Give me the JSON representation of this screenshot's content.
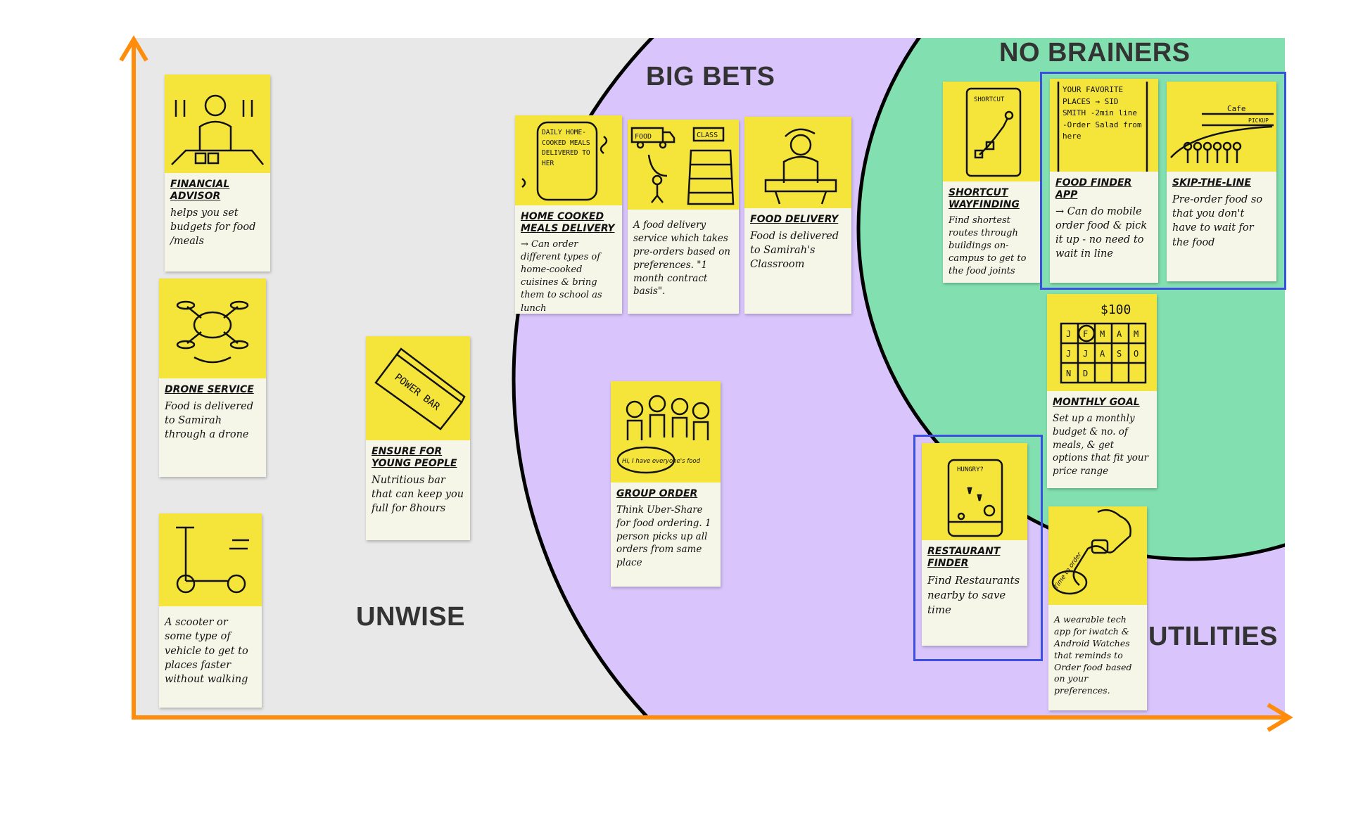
{
  "colors": {
    "unwise_bg": "#e8e8e8",
    "big_bets_bg": "#d9c5fb",
    "no_brainers_bg": "#82e0b0",
    "axis": "#ff8c0a",
    "sticky_yellow": "#f5e43a",
    "sticky_white": "#f6f6e8",
    "highlight": "#3b4fe0"
  },
  "quadrants": {
    "big_bets": "BIG BETS",
    "no_brainers": "NO BRAINERS",
    "unwise": "UNWISE",
    "utilities": "UTILITIES"
  },
  "notes": {
    "financial": {
      "title": "Financial Advisor",
      "text": "helps you set budgets for food /meals",
      "icon": "person-at-desk-icon"
    },
    "drone": {
      "title": "Drone Service",
      "text": "Food is delivered to Samirah through a drone",
      "icon": "drone-icon"
    },
    "scooter": {
      "title": "",
      "text": "A scooter or some type of vehicle to get to places faster without walking",
      "icon": "scooter-icon"
    },
    "powerbar": {
      "title": "Ensure For Young People",
      "text": "Nutritious bar that can keep you full for 8hours",
      "icon_text": "POWER BAR",
      "icon": "power-bar-icon"
    },
    "homecooked": {
      "title": "Home Cooked Meals Delivery",
      "text": "→ Can order different types of home-cooked cuisines & bring them to school as lunch",
      "icon_text": "DAILY HOME-COOKED MEALS DELIVERED TO HER",
      "icon": "meal-box-icon"
    },
    "subscription": {
      "title": "",
      "text": "A food delivery service which takes pre-orders based on preferences. \"1 month contract basis\".",
      "icon_text_1": "FOOD",
      "icon_text_2": "CLASS",
      "icon": "delivery-truck-icon"
    },
    "fooddelivery": {
      "title": "Food Delivery",
      "text": "Food is delivered to Samirah's Classroom",
      "icon": "person-with-tray-icon"
    },
    "grouporder": {
      "title": "Group Order",
      "text": "Think Uber-Share for food ordering. 1 person picks up all orders from same place",
      "icon_text": "Hi, I have everyone's food",
      "icon": "group-people-icon"
    },
    "shortcut": {
      "title": "Shortcut Wayfinding",
      "text": "Find shortest routes through buildings on-campus to get to the food joints",
      "icon_text": "SHORTCUT",
      "icon": "phone-map-icon"
    },
    "finder": {
      "title": "Food Finder App",
      "text": "→ Can do mobile order food & pick it up - no need to wait in line",
      "icon_text": "YOUR FAVORITE PLACES → SID SMITH -2min line -Order Salad from here",
      "icon": "phone-list-icon"
    },
    "skipline": {
      "title": "Skip-the-line",
      "text": "Pre-order food so that you don't have to wait for the food",
      "icon_text_1": "Cafe",
      "icon_text_2": "PICKUP",
      "icon": "queue-icon"
    },
    "monthly": {
      "title": "Monthly Goal",
      "text": "Set up a monthly budget & no. of meals, & get options that fit your price range",
      "icon_text": "$100",
      "calendar": [
        "J",
        "F",
        "M",
        "A",
        "M",
        "J",
        "J",
        "A",
        "S",
        "O",
        "N",
        "D"
      ],
      "icon": "calendar-icon"
    },
    "restaurant": {
      "title": "Restaurant Finder",
      "text": "Find Restaurants nearby to save time",
      "icon_text": "HUNGRY?",
      "icon": "phone-pins-icon"
    },
    "wearable": {
      "title": "",
      "text": "A wearable tech app for iwatch & Android Watches that reminds to Order food based on your preferences.",
      "icon_text": "Time to order",
      "icon": "smartwatch-icon"
    }
  }
}
